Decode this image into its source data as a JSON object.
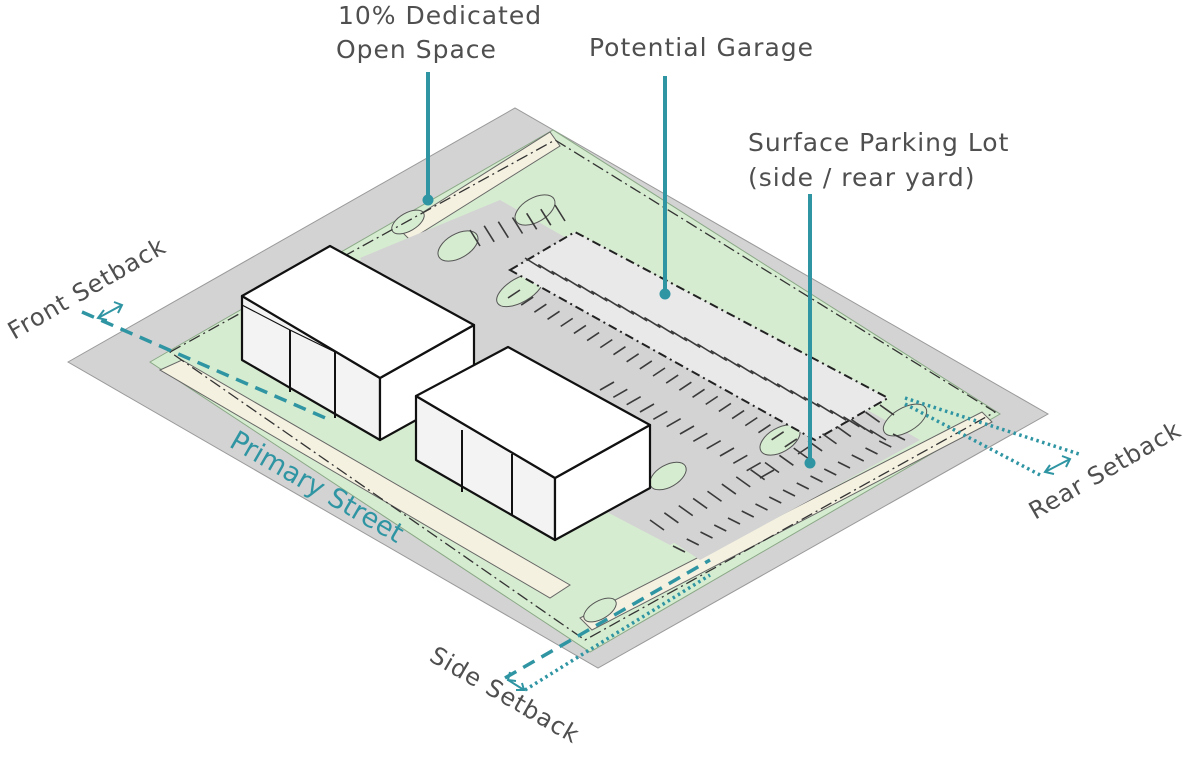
{
  "labels": {
    "open_space_line1": "10% Dedicated",
    "open_space_line2": "Open Space",
    "potential_garage": "Potential Garage",
    "surface_parking_line1": "Surface Parking Lot",
    "surface_parking_line2": "(side / rear yard)",
    "front_setback": "Front Setback",
    "rear_setback": "Rear Setback",
    "side_setback": "Side Setback",
    "primary_street": "Primary Street"
  },
  "colors": {
    "road": "#d3d3d3",
    "lawn": "#d6ecd0",
    "sidewalk": "#f4f1e0",
    "garage_zone": "#e9e9e9",
    "accent": "#2f95a3",
    "label_text": "#4f4f4f"
  }
}
